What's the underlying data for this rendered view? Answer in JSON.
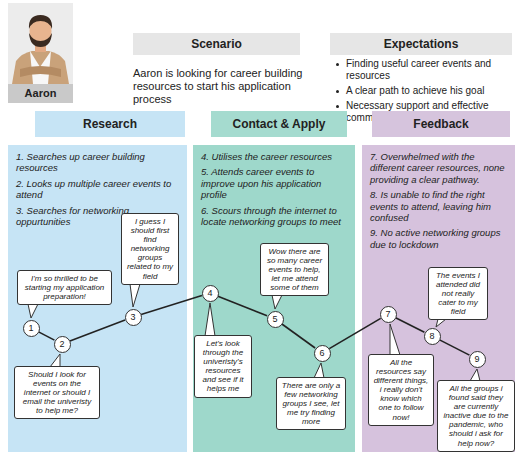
{
  "diagram": {
    "nodes": [
      {
        "text": [
          "Aaron"
        ]
      },
      {
        "text": [
          "Scenario",
          "Aaron is looking for career building resources to start his application process"
        ]
      },
      {
        "text": [
          "Expectations",
          "Finding useful career events and resources",
          "A clear path to achieve his goal",
          "Necessary support and effective communication."
        ]
      },
      {
        "text": [
          "Research"
        ]
      },
      {
        "text": [
          "Contact & Apply"
        ]
      },
      {
        "text": [
          "Feedback"
        ]
      },
      {
        "text": [
          "1. Searches up career building resources",
          "2. Looks up multiple career events to attend",
          "3. Searches for networking oppurtunities"
        ]
      },
      {
        "text": [
          "I'm so thrilled to be starting my application preparation!"
        ],
        "in": 6
      },
      {
        "text": [
          "1"
        ],
        "in": 6
      },
      {
        "text": [
          "Should I look for events on the internet or should I email the univeristy to help me?"
        ],
        "in": 6
      },
      {
        "text": [
          "2"
        ],
        "in": 6
      },
      {
        "text": [
          "I guess I should first find networking groups related to my field"
        ],
        "in": 6
      },
      {
        "text": [
          "3"
        ],
        "in": 6
      },
      {
        "text": [
          "4. Utilises the career resources",
          "5. Attends career events to improve upon his application profile",
          "6. Scours through the internet to locate networking groups to meet"
        ]
      },
      {
        "text": [
          "4"
        ],
        "in": 13
      },
      {
        "text": [
          "Let's look through the univeristy's resources and see if it helps me"
        ],
        "in": 13
      },
      {
        "text": [
          "Wow there are so many career events to help, let me attend some of them"
        ],
        "in": 13
      },
      {
        "text": [
          "5"
        ],
        "in": 13
      },
      {
        "text": [
          "6"
        ],
        "in": 13
      },
      {
        "text": [
          "There are only a few networking groups I see, let me try finding more"
        ],
        "in": 13
      },
      {
        "text": [
          "7. Overwhelmed with the different career resources, none providing a clear pathway.",
          "8. Is unable to find the right events to attend, leaving him confused",
          "9. No active networking groups due to lockdown"
        ]
      },
      {
        "text": [
          "7"
        ],
        "in": 20
      },
      {
        "text": [
          "All the resources say different things, i really don't know which one to follow now!"
        ],
        "in": 20
      },
      {
        "text": [
          "The events I attended did not really cater to my field"
        ],
        "in": 20
      },
      {
        "text": [
          "8"
        ],
        "in": 20
      },
      {
        "text": [
          "9"
        ],
        "in": 20
      },
      {
        "text": [
          "All the groups i found said they are currently inactive due to the pandemic, who should i ask for help now?"
        ],
        "in": 20
      }
    ],
    "edges": [
      {
        "from": 8,
        "to": 10,
        "arrow": "none"
      },
      {
        "from": 10,
        "to": 12,
        "arrow": "none"
      },
      {
        "from": 12,
        "to": 14,
        "arrow": "none"
      },
      {
        "from": 14,
        "to": 17,
        "arrow": "none"
      },
      {
        "from": 17,
        "to": 18,
        "arrow": "none"
      },
      {
        "from": 18,
        "to": 21,
        "arrow": "none"
      },
      {
        "from": 21,
        "to": 24,
        "arrow": "none"
      },
      {
        "from": 24,
        "to": 25,
        "arrow": "none"
      }
    ]
  }
}
